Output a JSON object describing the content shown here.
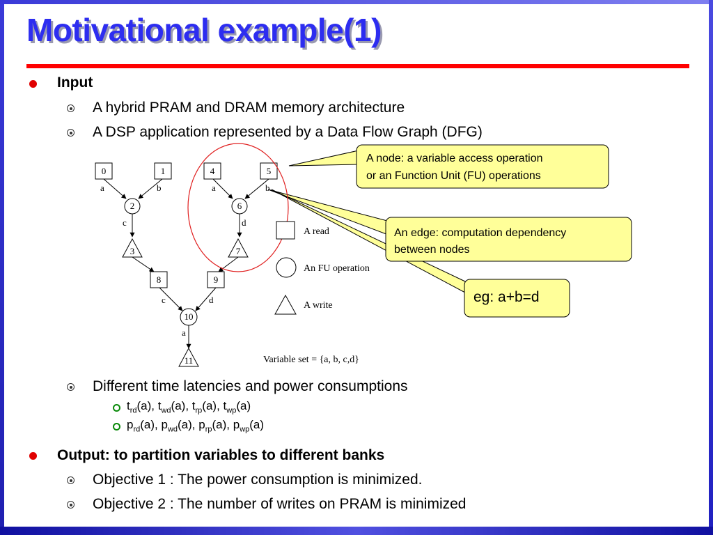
{
  "title": "Motivational example(1)",
  "bullets": {
    "input": "Input",
    "hybrid": "A hybrid PRAM and DRAM memory architecture",
    "dsp": "A DSP application represented by a Data Flow Graph (DFG)",
    "latencies": "Different time latencies and power consumptions",
    "output": "Output: to partition variables to different banks",
    "obj1": "Objective 1 : The power consumption is minimized.",
    "obj2": "Objective 2 : The number of writes on PRAM is minimized"
  },
  "formulas": {
    "t": {
      "sym": "t",
      "subs": [
        "rd",
        "wd",
        "rp",
        "wp"
      ],
      "arg": "(a)"
    },
    "p": {
      "sym": "p",
      "subs": [
        "rd",
        "wd",
        "rp",
        "wp"
      ],
      "arg": "(a)"
    }
  },
  "graph": {
    "nodes": {
      "n0": "0",
      "n1": "1",
      "n4": "4",
      "n5": "5",
      "n2": "2",
      "n6": "6",
      "n3": "3",
      "n7": "7",
      "n8": "8",
      "n9": "9",
      "n10": "10",
      "n11": "11"
    },
    "edge_labels": {
      "e0": "a",
      "e1": "b",
      "e4": "a",
      "e5": "b",
      "e2": "c",
      "e6": "d",
      "e8": "c",
      "e9": "d",
      "e10": "a"
    },
    "legend": {
      "read": "A read",
      "fu": "An FU operation",
      "write": "A write"
    },
    "variable_set": "Variable set = {a, b, c,d}"
  },
  "callouts": {
    "node_line1": "A node: a variable access operation",
    "node_line2": "or an Function Unit (FU) operations",
    "edge_line1": "An edge: computation dependency",
    "edge_line2": "between nodes",
    "example": "eg: a+b=d"
  },
  "colors": {
    "title": "#2d2df0",
    "rule": "#ff0000",
    "callout_fill": "#ffff99",
    "highlight_circle": "#e02020"
  }
}
